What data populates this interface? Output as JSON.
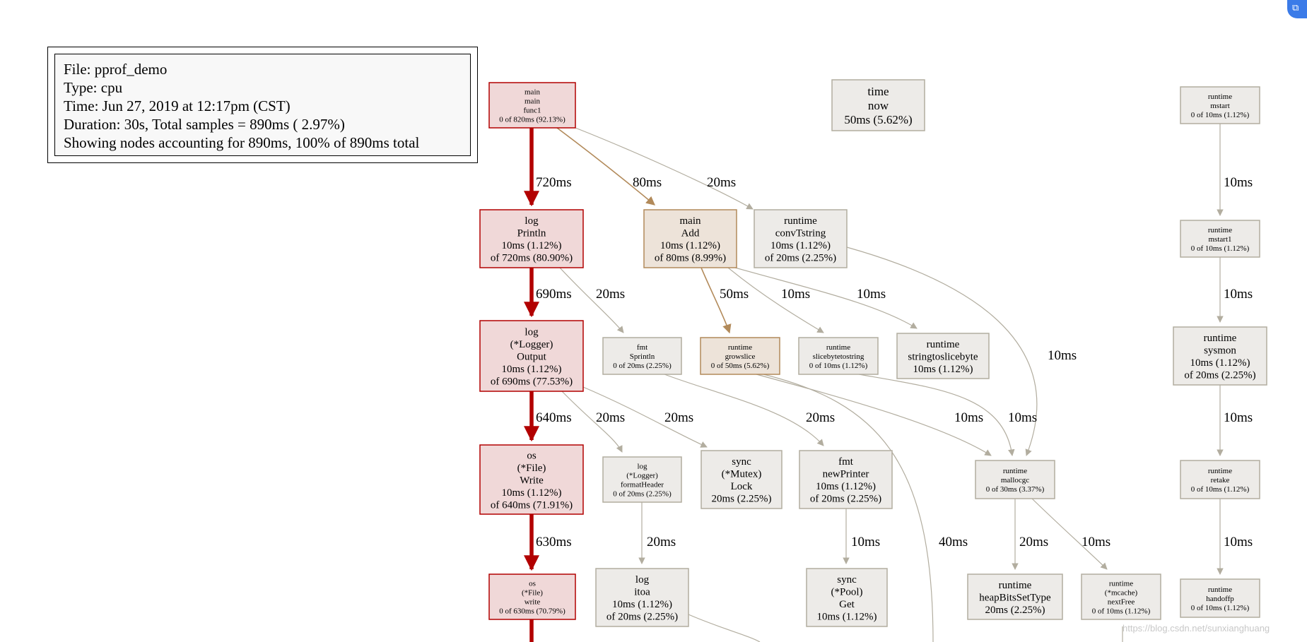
{
  "legend": {
    "file": "File: pprof_demo",
    "type": "Type: cpu",
    "time": "Time: Jun 27, 2019 at 12:17pm (CST)",
    "duration": "Duration: 30s, Total samples = 890ms ( 2.97%)",
    "showing": "Showing nodes accounting for 890ms, 100% of 890ms total"
  },
  "colors": {
    "hot_fill": "#f0d8d8",
    "hot_stroke": "#b20000",
    "warm_fill": "#ede3d9",
    "warm_stroke": "#b28a5a",
    "cold_fill": "#edebe8",
    "cold_stroke": "#b2ad9f"
  },
  "nodes": [
    {
      "id": "main_func1",
      "lines": [
        "main",
        "main",
        "func1",
        "0 of 820ms (92.13%)"
      ],
      "heat": "hot",
      "size": "small"
    },
    {
      "id": "time_now",
      "lines": [
        "time",
        "now",
        "50ms (5.62%)"
      ],
      "heat": "cold",
      "size": "large"
    },
    {
      "id": "runtime_mstart",
      "lines": [
        "runtime",
        "mstart",
        "0 of 10ms (1.12%)"
      ],
      "heat": "cold",
      "size": "small"
    },
    {
      "id": "log_println",
      "lines": [
        "log",
        "Println",
        "10ms (1.12%)",
        "of 720ms (80.90%)"
      ],
      "heat": "hot",
      "size": "medium"
    },
    {
      "id": "main_add",
      "lines": [
        "main",
        "Add",
        "10ms (1.12%)",
        "of 80ms (8.99%)"
      ],
      "heat": "warm",
      "size": "medium"
    },
    {
      "id": "runtime_convtstring",
      "lines": [
        "runtime",
        "convTstring",
        "10ms (1.12%)",
        "of 20ms (2.25%)"
      ],
      "heat": "cold",
      "size": "medium"
    },
    {
      "id": "runtime_mstart1",
      "lines": [
        "runtime",
        "mstart1",
        "0 of 10ms (1.12%)"
      ],
      "heat": "cold",
      "size": "small"
    },
    {
      "id": "log_output",
      "lines": [
        "log",
        "(*Logger)",
        "Output",
        "10ms (1.12%)",
        "of 690ms (77.53%)"
      ],
      "heat": "hot",
      "size": "medium"
    },
    {
      "id": "fmt_sprintln",
      "lines": [
        "fmt",
        "Sprintln",
        "0 of 20ms (2.25%)"
      ],
      "heat": "cold",
      "size": "small"
    },
    {
      "id": "runtime_growslice",
      "lines": [
        "runtime",
        "growslice",
        "0 of 50ms (5.62%)"
      ],
      "heat": "warm",
      "size": "small"
    },
    {
      "id": "runtime_slicebytetostring",
      "lines": [
        "runtime",
        "slicebytetostring",
        "0 of 10ms (1.12%)"
      ],
      "heat": "cold",
      "size": "small"
    },
    {
      "id": "runtime_stringtoslicebyte",
      "lines": [
        "runtime",
        "stringtoslicebyte",
        "10ms (1.12%)"
      ],
      "heat": "cold",
      "size": "medium"
    },
    {
      "id": "runtime_sysmon",
      "lines": [
        "runtime",
        "sysmon",
        "10ms (1.12%)",
        "of 20ms (2.25%)"
      ],
      "heat": "cold",
      "size": "medium"
    },
    {
      "id": "os_file_write_big",
      "lines": [
        "os",
        "(*File)",
        "Write",
        "10ms (1.12%)",
        "of 640ms (71.91%)"
      ],
      "heat": "hot",
      "size": "medium"
    },
    {
      "id": "log_formatheader",
      "lines": [
        "log",
        "(*Logger)",
        "formatHeader",
        "0 of 20ms (2.25%)"
      ],
      "heat": "cold",
      "size": "small"
    },
    {
      "id": "sync_mutex_lock",
      "lines": [
        "sync",
        "(*Mutex)",
        "Lock",
        "20ms (2.25%)"
      ],
      "heat": "cold",
      "size": "medium"
    },
    {
      "id": "fmt_newprinter",
      "lines": [
        "fmt",
        "newPrinter",
        "10ms (1.12%)",
        "of 20ms (2.25%)"
      ],
      "heat": "cold",
      "size": "medium"
    },
    {
      "id": "runtime_mallocgc",
      "lines": [
        "runtime",
        "mallocgc",
        "0 of 30ms (3.37%)"
      ],
      "heat": "cold",
      "size": "small"
    },
    {
      "id": "runtime_retake",
      "lines": [
        "runtime",
        "retake",
        "0 of 10ms (1.12%)"
      ],
      "heat": "cold",
      "size": "small"
    },
    {
      "id": "os_file_write_small",
      "lines": [
        "os",
        "(*File)",
        "write",
        "0 of 630ms (70.79%)"
      ],
      "heat": "hot",
      "size": "small"
    },
    {
      "id": "log_itoa",
      "lines": [
        "log",
        "itoa",
        "10ms (1.12%)",
        "of 20ms (2.25%)"
      ],
      "heat": "cold",
      "size": "medium"
    },
    {
      "id": "sync_pool_get",
      "lines": [
        "sync",
        "(*Pool)",
        "Get",
        "10ms (1.12%)"
      ],
      "heat": "cold",
      "size": "medium"
    },
    {
      "id": "runtime_heapbitssettype",
      "lines": [
        "runtime",
        "heapBitsSetType",
        "20ms (2.25%)"
      ],
      "heat": "cold",
      "size": "medium"
    },
    {
      "id": "runtime_mcache_nextfree",
      "lines": [
        "runtime",
        "(*mcache)",
        "nextFree",
        "0 of 10ms (1.12%)"
      ],
      "heat": "cold",
      "size": "small"
    },
    {
      "id": "runtime_handoffp",
      "lines": [
        "runtime",
        "handoffp",
        "0 of 10ms (1.12%)"
      ],
      "heat": "cold",
      "size": "small"
    }
  ],
  "edges": [
    {
      "id": "e1",
      "from": "main_func1",
      "to": "log_println",
      "label": "720ms",
      "heat": "hot"
    },
    {
      "id": "e2",
      "from": "main_func1",
      "to": "main_add",
      "label": "80ms",
      "heat": "warm"
    },
    {
      "id": "e3",
      "from": "main_func1",
      "to": "runtime_convtstring",
      "label": "20ms",
      "heat": "cold"
    },
    {
      "id": "e4",
      "from": "runtime_mstart",
      "to": "runtime_mstart1",
      "label": "10ms",
      "heat": "cold"
    },
    {
      "id": "e5",
      "from": "log_println",
      "to": "log_output",
      "label": "690ms",
      "heat": "hot"
    },
    {
      "id": "e6",
      "from": "log_println",
      "to": "fmt_sprintln",
      "label": "20ms",
      "heat": "cold"
    },
    {
      "id": "e7",
      "from": "main_add",
      "to": "runtime_growslice",
      "label": "50ms",
      "heat": "warm"
    },
    {
      "id": "e8",
      "from": "main_add",
      "to": "runtime_slicebytetostring",
      "label": "10ms",
      "heat": "cold"
    },
    {
      "id": "e9",
      "from": "main_add",
      "to": "runtime_stringtoslicebyte",
      "label": "10ms",
      "heat": "cold"
    },
    {
      "id": "e10",
      "from": "runtime_convtstring",
      "to": "runtime_mallocgc",
      "label": "10ms",
      "heat": "cold"
    },
    {
      "id": "e11",
      "from": "runtime_mstart1",
      "to": "runtime_sysmon",
      "label": "10ms",
      "heat": "cold"
    },
    {
      "id": "e12",
      "from": "log_output",
      "to": "os_file_write_big",
      "label": "640ms",
      "heat": "hot"
    },
    {
      "id": "e13",
      "from": "log_output",
      "to": "log_formatheader",
      "label": "20ms",
      "heat": "cold"
    },
    {
      "id": "e14",
      "from": "log_output",
      "to": "sync_mutex_lock",
      "label": "20ms",
      "heat": "cold"
    },
    {
      "id": "e15",
      "from": "fmt_sprintln",
      "to": "fmt_newprinter",
      "label": "20ms",
      "heat": "cold"
    },
    {
      "id": "e16",
      "from": "runtime_growslice",
      "to": "runtime_mallocgc",
      "label": "10ms",
      "heat": "cold"
    },
    {
      "id": "e17",
      "from": "runtime_slicebytetostring",
      "to": "runtime_mallocgc",
      "label": "10ms",
      "heat": "cold"
    },
    {
      "id": "e18",
      "from": "runtime_sysmon",
      "to": "runtime_retake",
      "label": "10ms",
      "heat": "cold"
    },
    {
      "id": "e19",
      "from": "os_file_write_big",
      "to": "os_file_write_small",
      "label": "630ms",
      "heat": "hot"
    },
    {
      "id": "e20",
      "from": "log_formatheader",
      "to": "log_itoa",
      "label": "20ms",
      "heat": "cold"
    },
    {
      "id": "e21",
      "from": "fmt_newprinter",
      "to": "sync_pool_get",
      "label": "10ms",
      "heat": "cold"
    },
    {
      "id": "e22",
      "from": "runtime_mallocgc",
      "to": "runtime_heapbitssettype",
      "label": "20ms",
      "heat": "cold"
    },
    {
      "id": "e23",
      "from": "runtime_mallocgc",
      "to": "runtime_mcache_nextfree",
      "label": "10ms",
      "heat": "cold"
    },
    {
      "id": "e24",
      "from": "runtime_retake",
      "to": "runtime_handoffp",
      "label": "10ms",
      "heat": "cold"
    },
    {
      "id": "e25",
      "from": "runtime_growslice",
      "to": "offscreen",
      "label": "40ms",
      "heat": "cold"
    }
  ],
  "watermark": "https://blog.csdn.net/sunxianghuang"
}
